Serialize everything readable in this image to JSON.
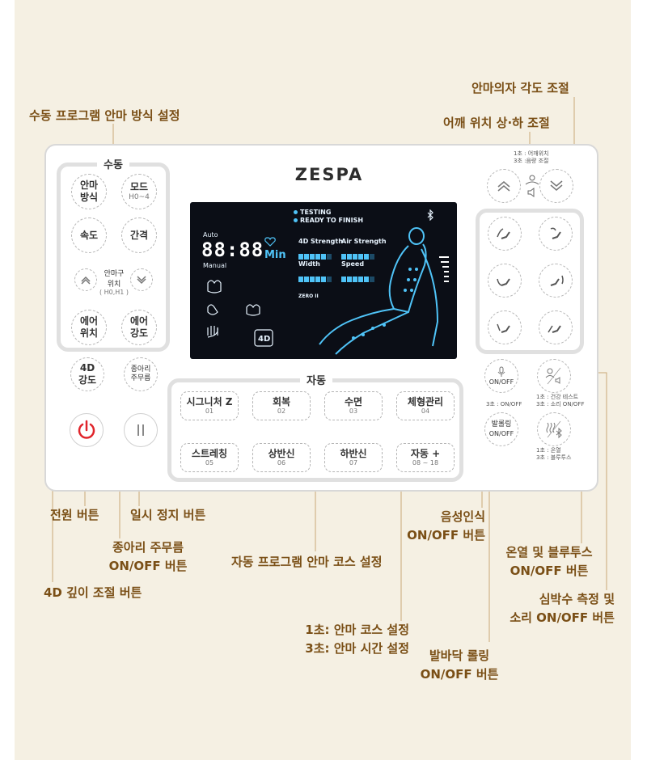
{
  "callouts": {
    "manual_mode": "수동 프로그램 안마 방식 설정",
    "chair_angle": "안마의자 각도 조절",
    "shoulder_position": "어깨 위치 상·하 조절",
    "power_button": "전원 버튼",
    "pause_button": "일시 정지 버튼",
    "calf_line1": "종아리 주무름",
    "calf_line2": "ON/OFF 버튼",
    "auto_course": "자동 프로그램 안마 코스 설정",
    "depth_button": "4D 깊이 조절 버튼",
    "voice_line1": "음성인식",
    "voice_line2": "ON/OFF 버튼",
    "heat_line1": "온열 및 블루투스",
    "heat_line2": "ON/OFF 버튼",
    "heart_line1": "심박수 측정 및",
    "heart_line2": "소리 ON/OFF 버튼",
    "auto_time_line1": "1초: 안마 코스 설정",
    "auto_time_line2": "3초: 안마 시간 설정",
    "foot_line1": "발바닥 롤링",
    "foot_line2": "ON/OFF 버튼"
  },
  "device": {
    "brand": "ZESPA",
    "manual_title": "수동",
    "auto_title": "자동",
    "manual_buttons": {
      "massage_method": [
        "안마",
        "방식"
      ],
      "mode": [
        "모드",
        "H0~4"
      ],
      "speed": "속도",
      "interval": "간격",
      "position": [
        "안마구",
        "위치",
        "( H0,H1 )"
      ],
      "air_position": [
        "에어",
        "위치"
      ],
      "air_strength": [
        "에어",
        "강도"
      ]
    },
    "depth_button": [
      "4D",
      "강도"
    ],
    "calf_button": [
      "종아리",
      "주무름"
    ],
    "auto_buttons": [
      {
        "label": "시그니처 Z",
        "num": "01"
      },
      {
        "label": "회복",
        "num": "02"
      },
      {
        "label": "수면",
        "num": "03"
      },
      {
        "label": "체형관리",
        "num": "04"
      },
      {
        "label": "스트레칭",
        "num": "05"
      },
      {
        "label": "상반신",
        "num": "06"
      },
      {
        "label": "하반신",
        "num": "07"
      },
      {
        "label": "자동 +",
        "num": "08 ~ 18"
      }
    ],
    "shoulder_note": [
      "1초 : 어깨위치",
      "3초 :음량 조절"
    ],
    "voice_label": "ON/OFF",
    "voice_note": "3초 : ON/OFF",
    "heart_note": [
      "1초 : 건강 테스트",
      "3초 : 소리 ON/OFF"
    ],
    "foot_label": [
      "발롤링",
      "ON/OFF"
    ],
    "heat_note": [
      "1초 : 온열",
      "3초 : 블루투스"
    ]
  },
  "screen": {
    "testing": "TESTING",
    "ready": "READY TO FINISH",
    "auto": "Auto",
    "manual": "Manual",
    "time": "88:88",
    "min": "Min",
    "strength_4d": "4D Strength",
    "air_strength": "Air Strength",
    "width": "Width",
    "speed": "Speed",
    "zero": "ZERO II",
    "label_4d": "4D",
    "bars_4d": 4,
    "bars_air": 4,
    "bars_width": 4,
    "bars_speed": 4
  },
  "colors": {
    "callout_text": "#7a4f16",
    "background": "#f5f0e3",
    "power_red": "#e0242a",
    "lcd_accent": "#4fc3f7"
  }
}
